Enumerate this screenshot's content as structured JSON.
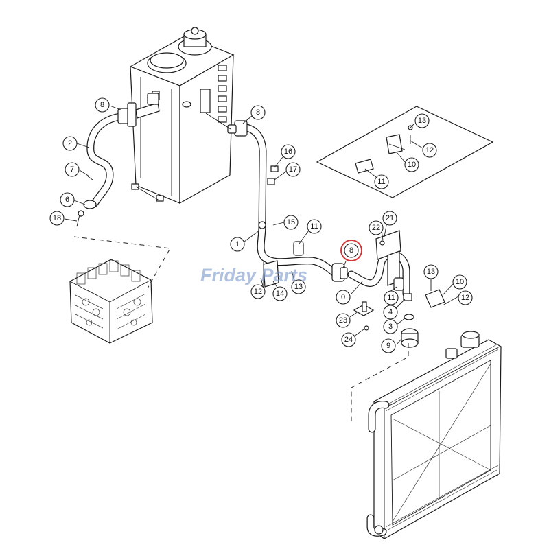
{
  "diagram": {
    "callouts": [
      {
        "id": "c-8a",
        "label": "8"
      },
      {
        "id": "c-2",
        "label": "2"
      },
      {
        "id": "c-7",
        "label": "7"
      },
      {
        "id": "c-6",
        "label": "6"
      },
      {
        "id": "c-18",
        "label": "18"
      },
      {
        "id": "c-8b",
        "label": "8"
      },
      {
        "id": "c-16",
        "label": "16"
      },
      {
        "id": "c-17",
        "label": "17"
      },
      {
        "id": "c-15",
        "label": "15"
      },
      {
        "id": "c-1",
        "label": "1"
      },
      {
        "id": "c-11a",
        "label": "11"
      },
      {
        "id": "c-12a",
        "label": "12"
      },
      {
        "id": "c-14",
        "label": "14"
      },
      {
        "id": "c-13a",
        "label": "13"
      },
      {
        "id": "c-8c",
        "label": "8",
        "highlighted": true
      },
      {
        "id": "c-0",
        "label": "0"
      },
      {
        "id": "c-22",
        "label": "22"
      },
      {
        "id": "c-21",
        "label": "21"
      },
      {
        "id": "c-11b",
        "label": "11"
      },
      {
        "id": "c-23",
        "label": "23"
      },
      {
        "id": "c-24",
        "label": "24"
      },
      {
        "id": "c-4",
        "label": "4"
      },
      {
        "id": "c-3",
        "label": "3"
      },
      {
        "id": "c-9",
        "label": "9"
      },
      {
        "id": "c-13b",
        "label": "13"
      },
      {
        "id": "c-10a",
        "label": "10"
      },
      {
        "id": "c-12b",
        "label": "12"
      },
      {
        "id": "c-13c",
        "label": "13"
      },
      {
        "id": "c-12c",
        "label": "12"
      },
      {
        "id": "c-10b",
        "label": "10"
      },
      {
        "id": "c-11c",
        "label": "11"
      }
    ],
    "highlight_color": "#d23a3a",
    "watermark": {
      "text": "Friday Parts",
      "color": "#6f8fc4"
    }
  }
}
